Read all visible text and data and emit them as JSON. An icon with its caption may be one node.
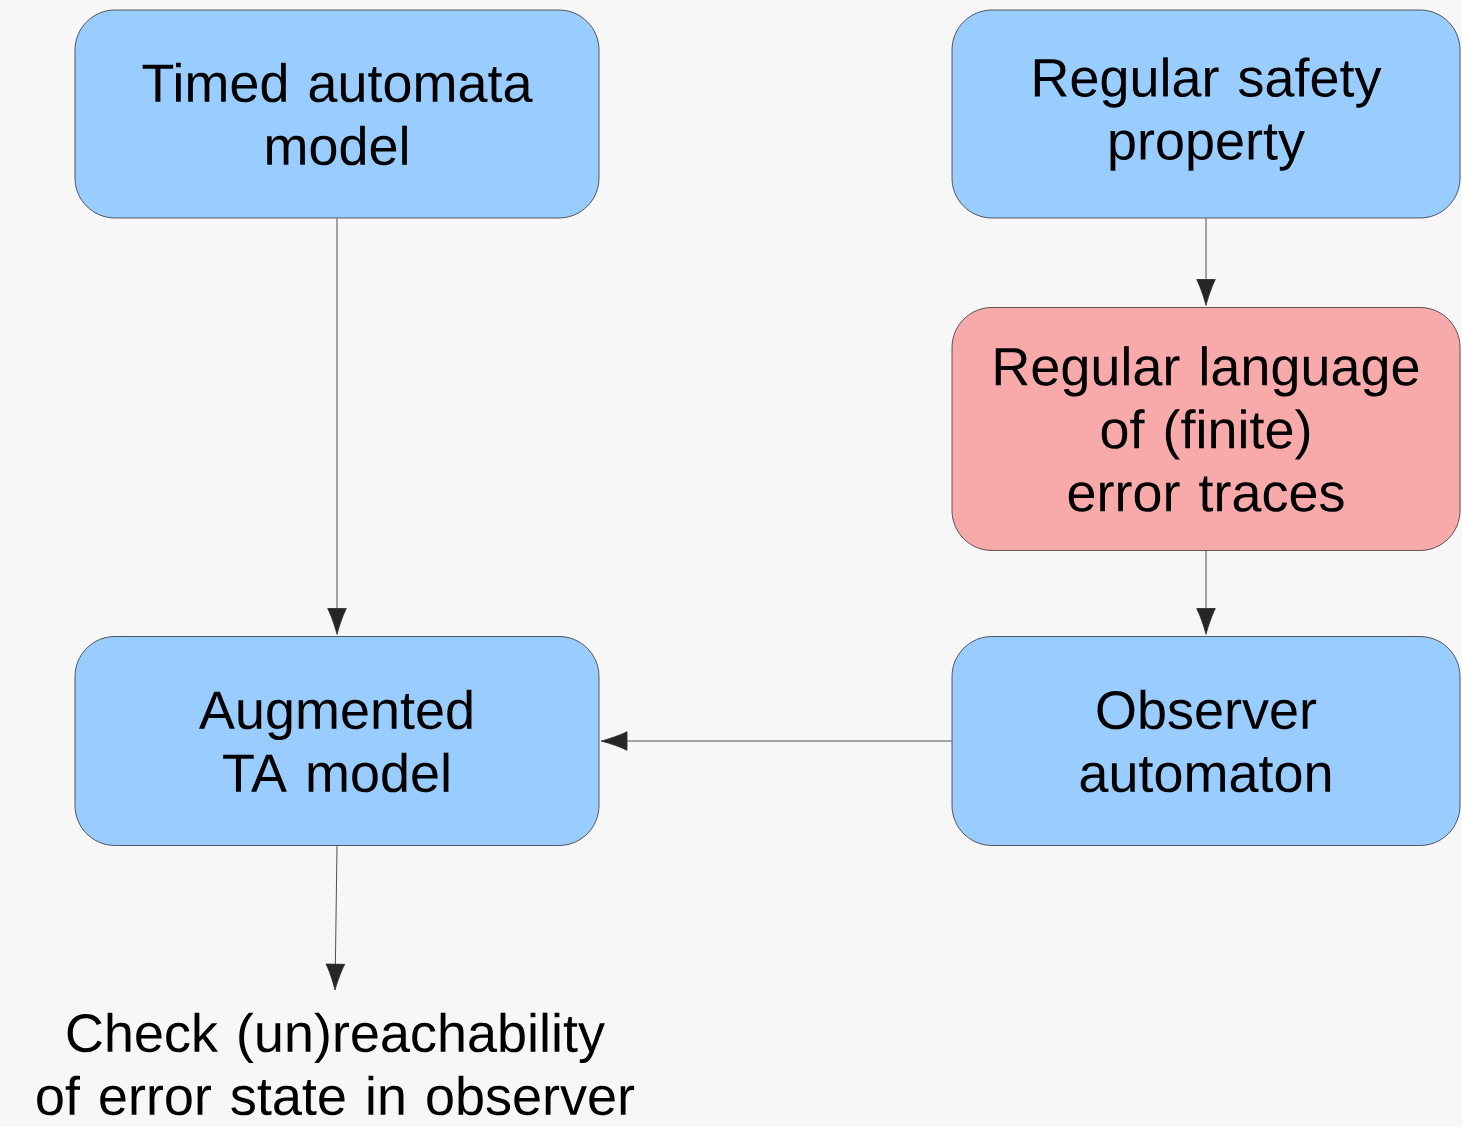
{
  "diagram": {
    "nodes": [
      {
        "text": [
          "Timed automata model"
        ]
      },
      {
        "text": [
          "Regular safety property"
        ]
      },
      {
        "text": [
          "Regular language of (finite) error traces"
        ]
      },
      {
        "text": [
          "Augmented TA model"
        ]
      },
      {
        "text": [
          "Observer automaton"
        ]
      },
      {
        "text": [
          "Check (un)reachability of error state in observer"
        ]
      }
    ],
    "edges": [
      {
        "from": 0,
        "to": 3,
        "arrow": "to"
      },
      {
        "from": 1,
        "to": 2,
        "arrow": "to"
      },
      {
        "from": 2,
        "to": 4,
        "arrow": "to"
      },
      {
        "from": 4,
        "to": 3,
        "arrow": "to"
      },
      {
        "from": 3,
        "to": 5,
        "arrow": "to"
      }
    ]
  }
}
